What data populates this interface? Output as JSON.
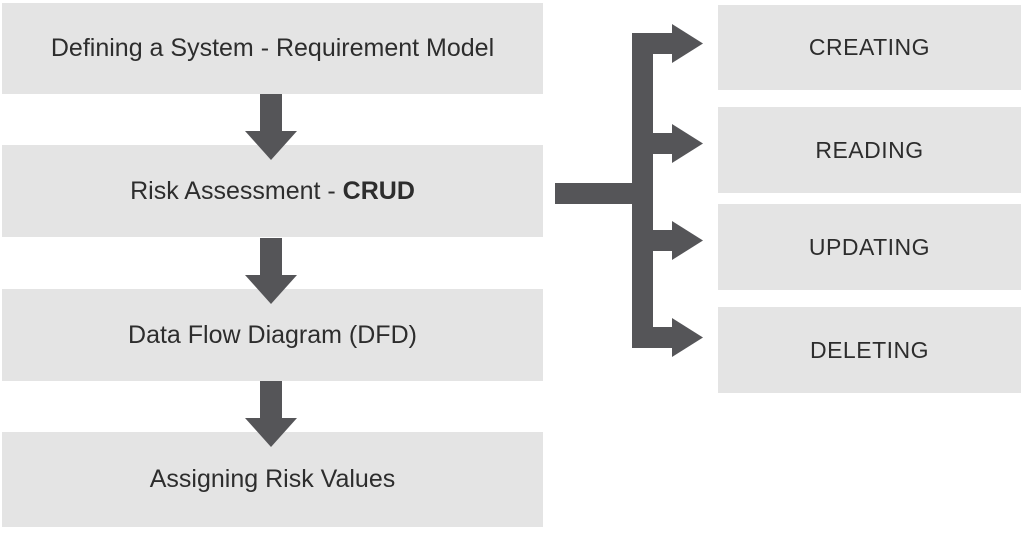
{
  "colors": {
    "box_fill": "#e4e4e4",
    "arrow": "#555558",
    "text": "#2d2d2d",
    "canvas_bg": "#ffffff"
  },
  "flow": {
    "steps": [
      {
        "label": "Defining a System - Requirement Model"
      },
      {
        "label_prefix": "Risk Assessment - ",
        "label_bold": "CRUD"
      },
      {
        "label": "Data Flow Diagram (DFD)"
      },
      {
        "label": "Assigning Risk Values"
      }
    ],
    "crud_operations": [
      {
        "label": "CREATING"
      },
      {
        "label": "READING"
      },
      {
        "label": "UPDATING"
      },
      {
        "label": "DELETING"
      }
    ]
  }
}
